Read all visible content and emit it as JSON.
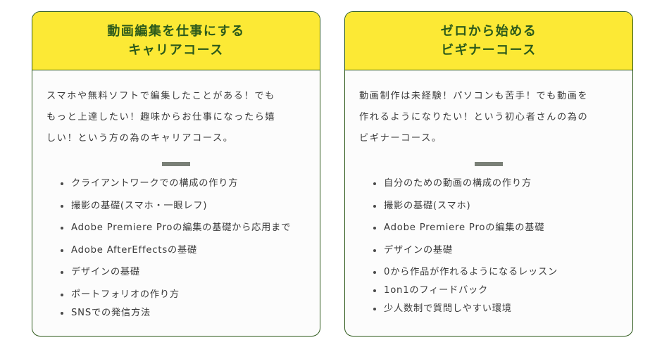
{
  "cards": [
    {
      "title_lines": [
        "動画編集を仕事にする",
        "キャリアコース"
      ],
      "description_lines": [
        "スマホや無料ソフトで編集したことがある！でも",
        "もっと上達したい！趣味からお仕事になったら嬉",
        "しい！という方の為のキャリアコース。"
      ],
      "features": [
        "クライアントワークでの構成の作り方",
        "撮影の基礎(スマホ・一眼レフ)",
        "Adobe Premiere Proの編集の基礎から応用まで",
        "Adobe AfterEffectsの基礎",
        "デザインの基礎",
        "ポートフォリオの作り方",
        "SNSでの発信方法"
      ]
    },
    {
      "title_lines": [
        "ゼロから始める",
        "ビギナーコース"
      ],
      "description_lines": [
        "動画制作は未経験！パソコンも苦手！でも動画を",
        "作れるようになりたい！という初心者さんの為の",
        "ビギナーコース。"
      ],
      "features": [
        "自分のための動画の構成の作り方",
        "撮影の基礎(スマホ)",
        "Adobe Premiere Proの編集の基礎",
        "デザインの基礎",
        "0から作品が作れるようになるレッスン",
        "1on1のフィードバック",
        "少人数制で質問しやすい環境"
      ]
    }
  ],
  "colors": {
    "header_bg": "#fce935",
    "border": "#2f5a1c",
    "title_text": "#2c5a1b",
    "body_text": "#3a3a3a",
    "divider": "#7a8077"
  }
}
